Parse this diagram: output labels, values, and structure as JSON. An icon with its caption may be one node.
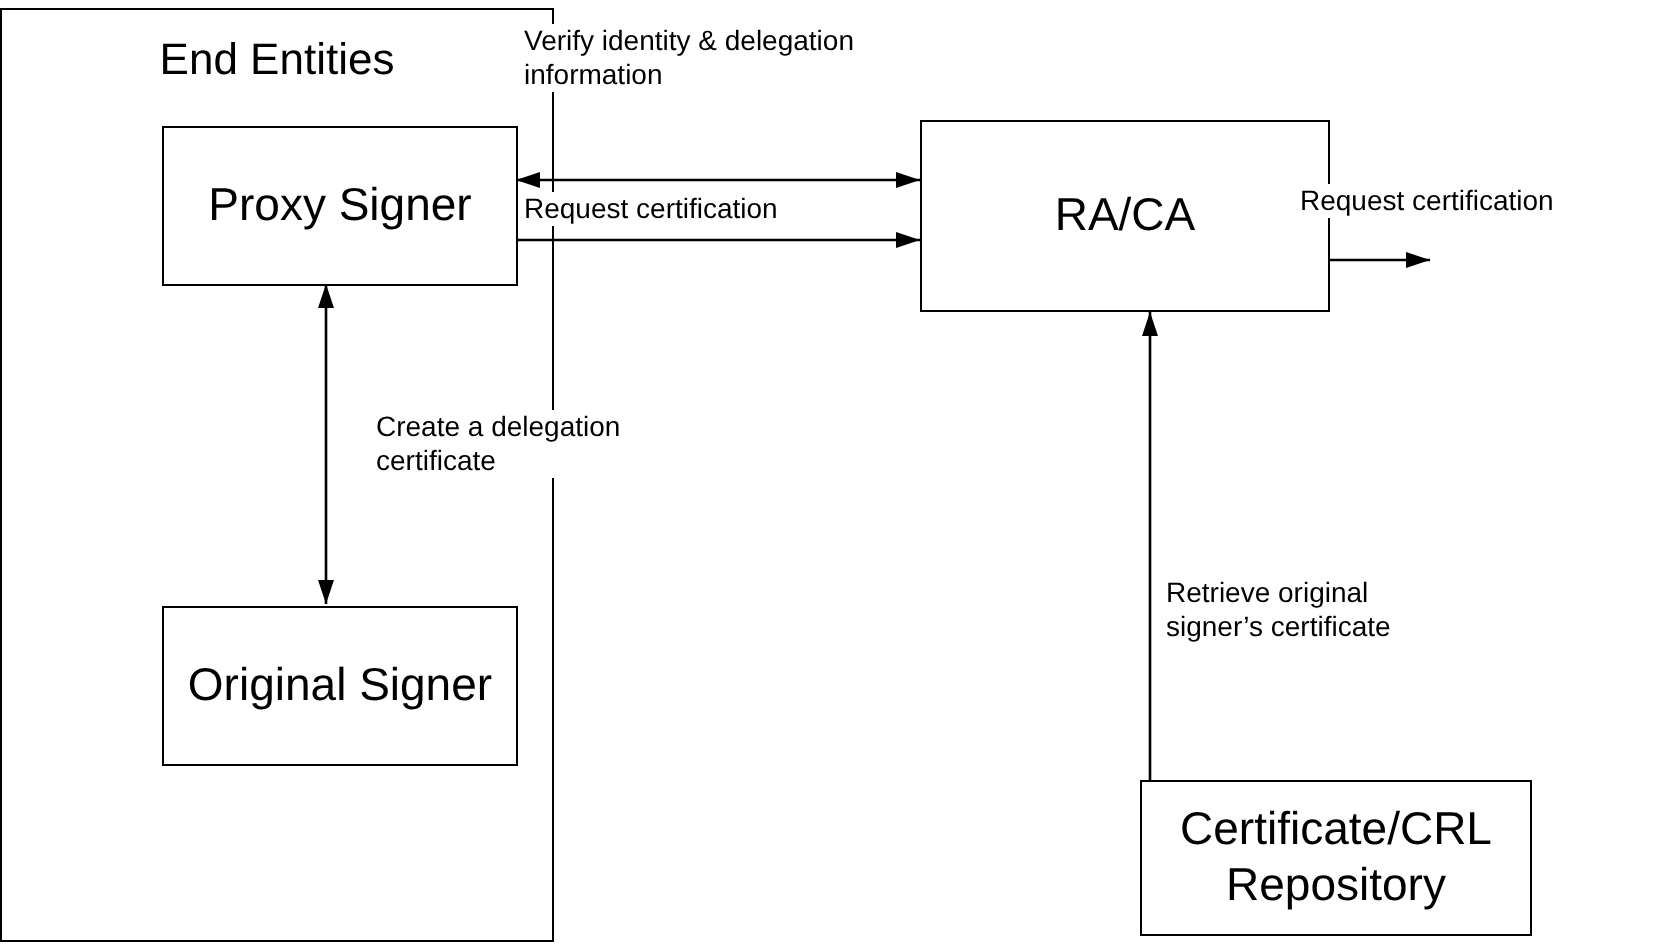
{
  "diagram": {
    "nodes": [
      {
        "text": [
          "End Entities"
        ]
      },
      {
        "text": [
          "Proxy Signer"
        ],
        "in": 0
      },
      {
        "text": [
          "Original Signer"
        ],
        "in": 0
      },
      {
        "text": [
          "RA/CA"
        ]
      },
      {
        "text": [
          "Certificate/CRL Repository"
        ]
      }
    ],
    "edges": [
      {
        "from": 1,
        "to": 3,
        "arrow": "both",
        "label": "Verify identity & delegation information"
      },
      {
        "from": 1,
        "to": 3,
        "arrow": "to",
        "label": "Request certification"
      },
      {
        "from": 3,
        "to": null,
        "arrow": "to",
        "label": "Request certification"
      },
      {
        "from": 1,
        "to": 2,
        "arrow": "both",
        "label": "Create a delegation certificate"
      },
      {
        "from": 4,
        "to": 3,
        "arrow": "to",
        "label": "Retrieve original signer’s certificate"
      }
    ]
  }
}
